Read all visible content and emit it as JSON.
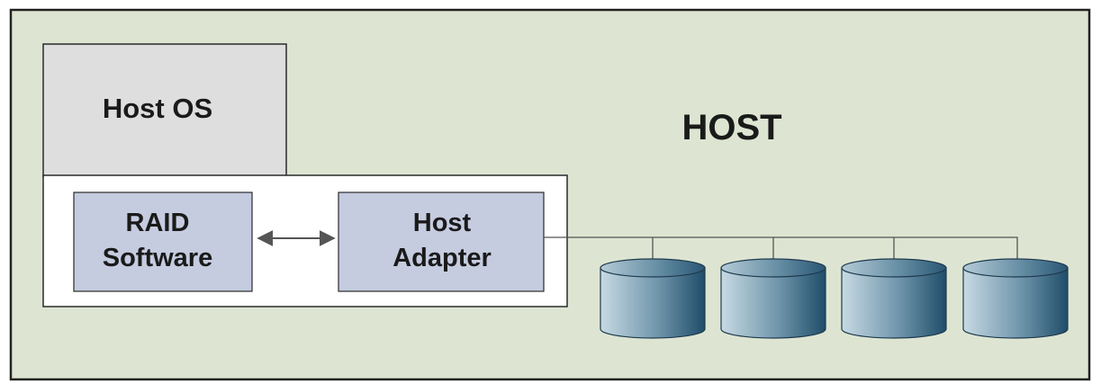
{
  "host": {
    "label": "HOST"
  },
  "host_os": {
    "label": "Host OS"
  },
  "raid_software": {
    "line1": "RAID",
    "line2": "Software"
  },
  "host_adapter": {
    "line1": "Host",
    "line2": "Adapter"
  },
  "disks": [
    {
      "id": "disk-1"
    },
    {
      "id": "disk-2"
    },
    {
      "id": "disk-3"
    },
    {
      "id": "disk-4"
    }
  ],
  "colors": {
    "host_background": "#dde5d2",
    "host_os_background": "#dededf",
    "subsystem_background": "#ffffff",
    "component_background": "#c5cce0",
    "disk_dark": "#1f4d6a",
    "disk_light": "#c7dae3",
    "line": "#555555"
  }
}
